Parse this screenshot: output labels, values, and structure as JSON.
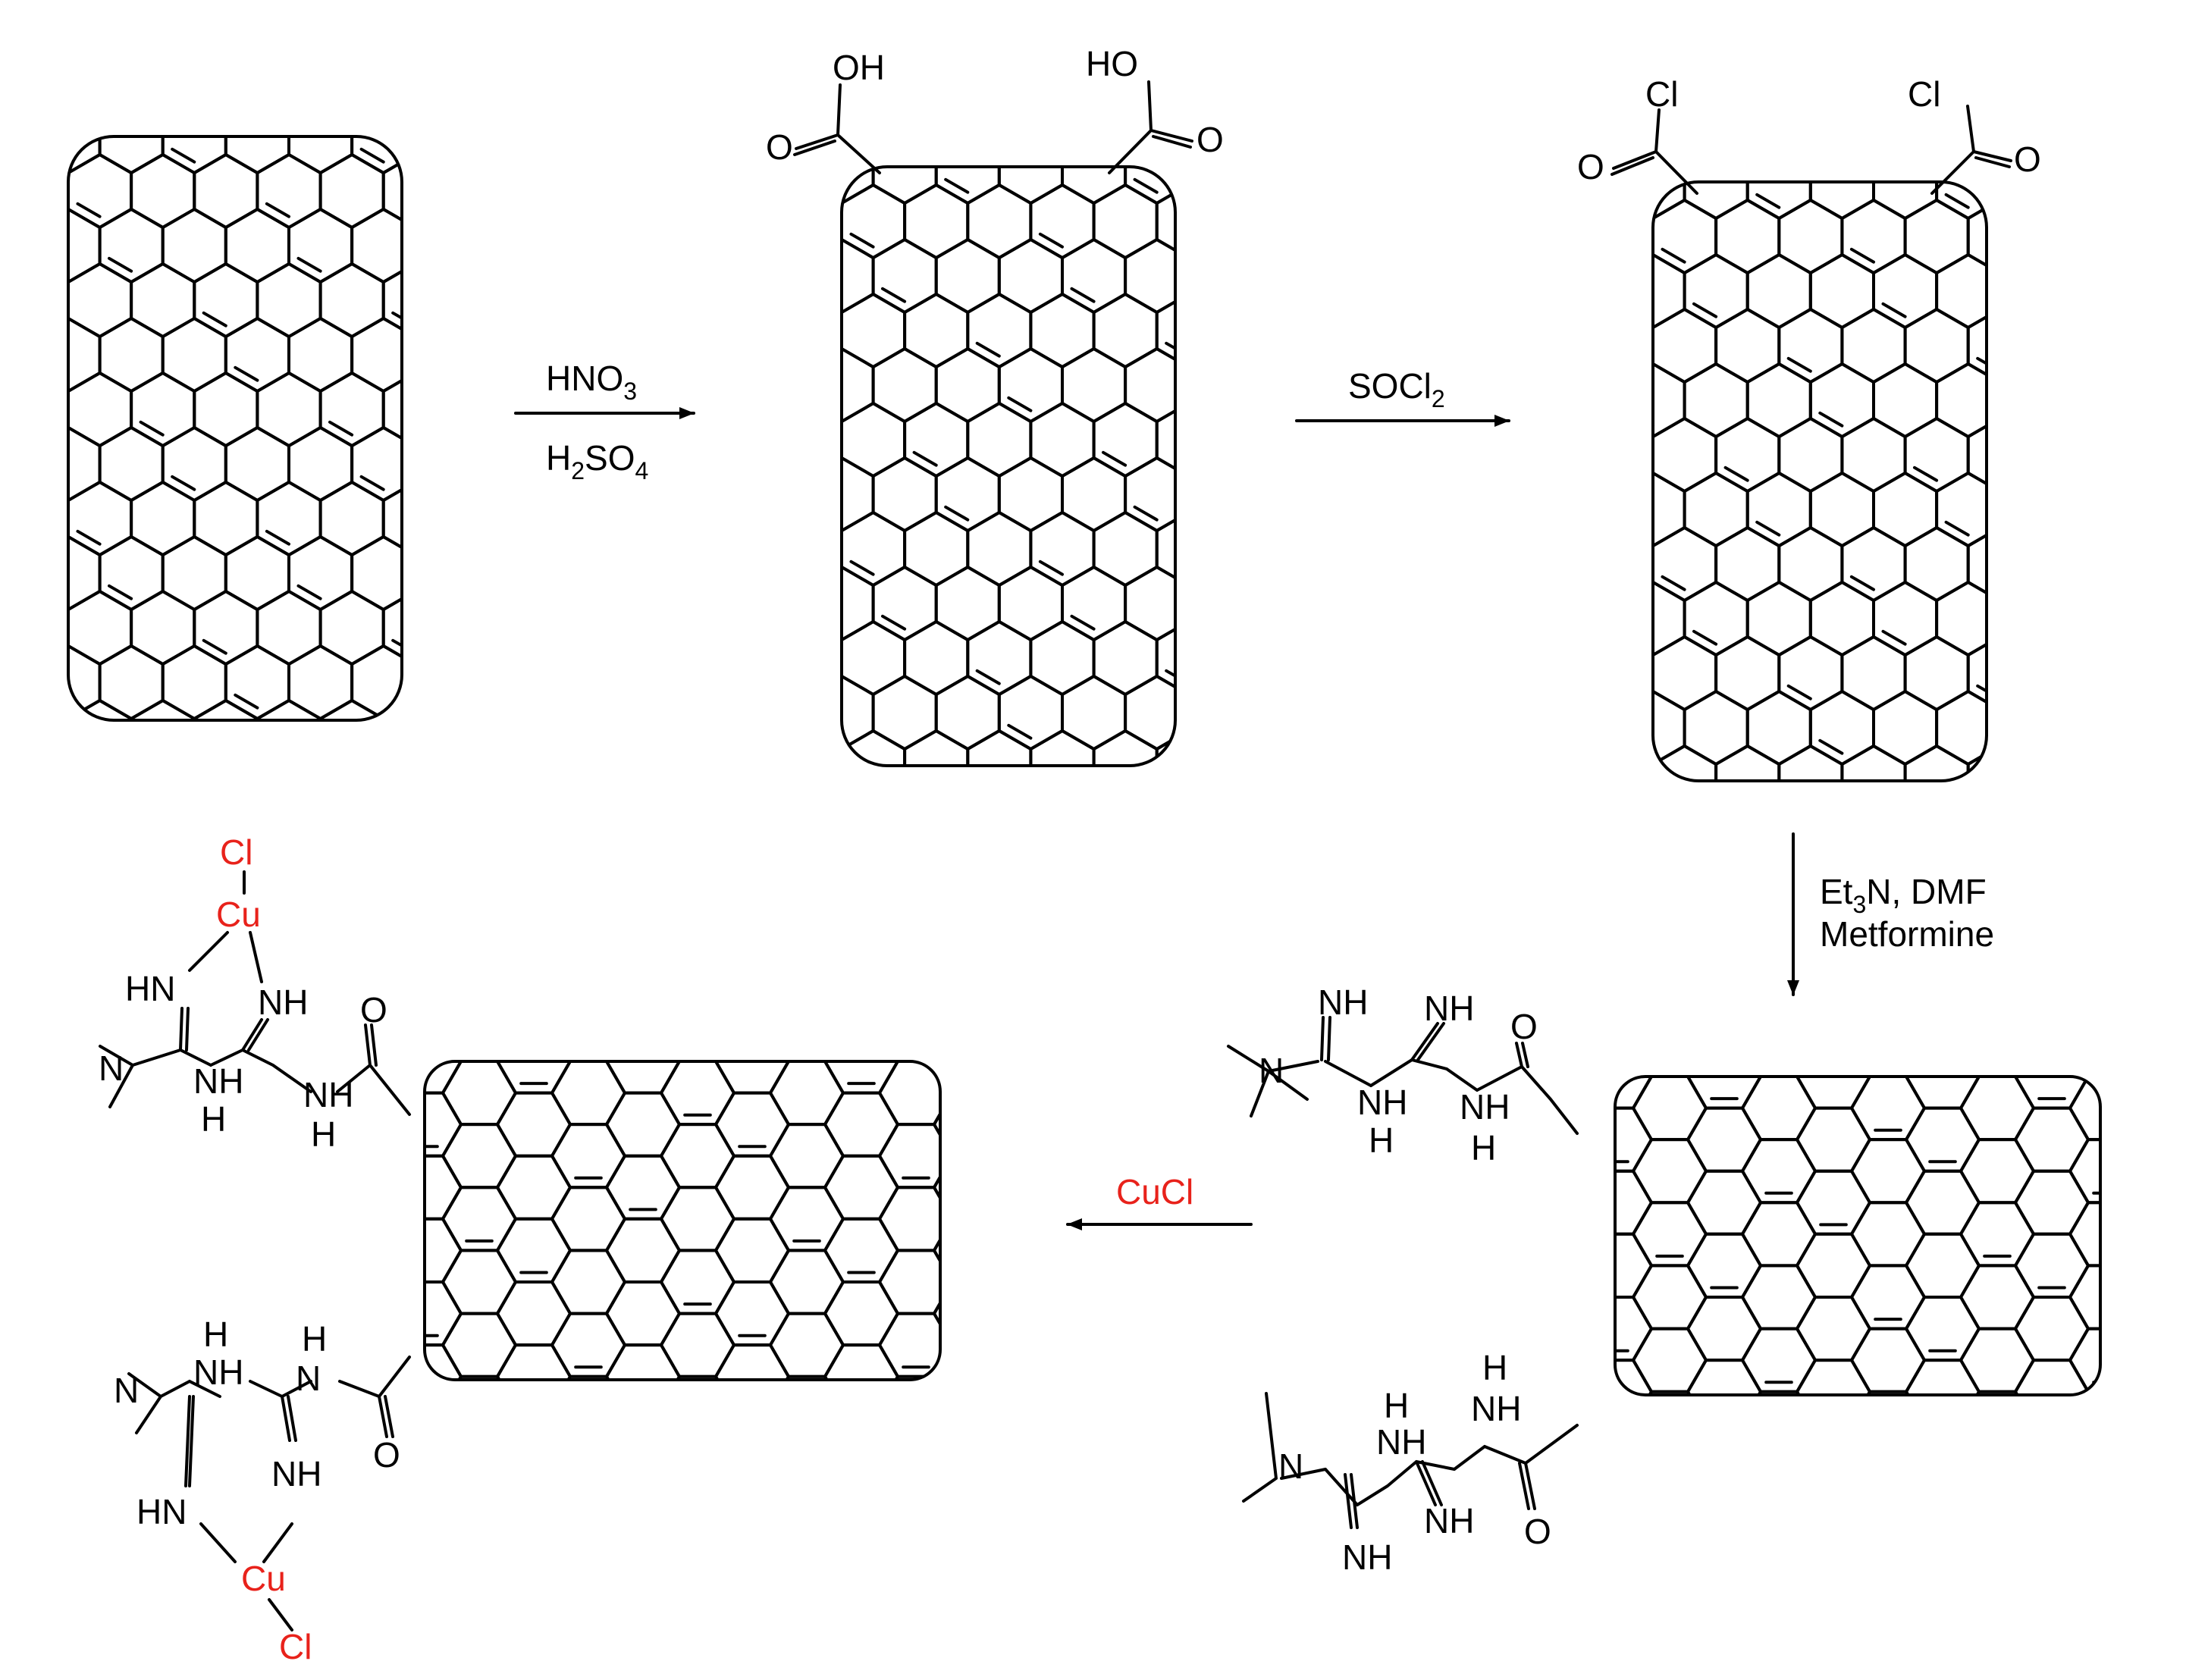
{
  "colors": {
    "ink": "#000000",
    "highlight": "#e8221b"
  },
  "reagents": {
    "step1_top": "HNO",
    "step1_top_sub": "3",
    "step1_bottom_a": "H",
    "step1_bottom_sub1": "2",
    "step1_bottom_b": "SO",
    "step1_bottom_sub2": "4",
    "step2": "SOCl",
    "step2_sub": "2",
    "step3_a": "Et",
    "step3_sub": "3",
    "step3_b": "N, DMF",
    "step3_line2": "Metformine",
    "step4": "CuCl"
  },
  "labels": {
    "oh": "OH",
    "ho": "HO",
    "o": "O",
    "cl": "Cl",
    "cu": "Cu",
    "nh": "NH",
    "hn": "HN",
    "n": "N",
    "h": "H"
  }
}
